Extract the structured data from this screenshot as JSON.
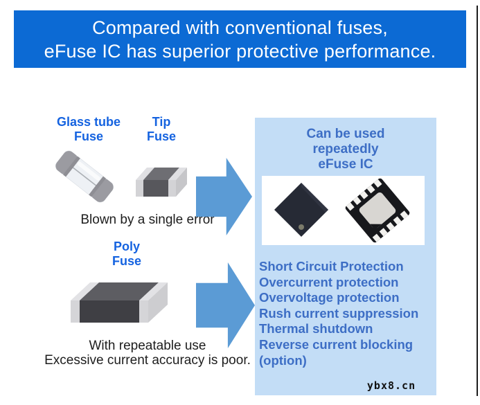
{
  "header": {
    "line1": "Compared with conventional fuses,",
    "line2": "eFuse IC has superior protective performance."
  },
  "conventional_fuses": {
    "glass_tube": {
      "label_line1": "Glass tube",
      "label_line2": "Fuse"
    },
    "tip": {
      "label_line1": "Tip",
      "label_line2": "Fuse"
    },
    "blown_caption": "Blown by a single error",
    "poly": {
      "label_line1": "Poly",
      "label_line2": "Fuse"
    },
    "poly_caption_line1": "With repeatable use",
    "poly_caption_line2": "Excessive current accuracy is poor."
  },
  "efuse": {
    "title_line1": "Can be used",
    "title_line2": "repeatedly",
    "title_line3": "eFuse IC",
    "feature_lines": [
      "Short Circuit Protection",
      "Overcurrent protection",
      "Overvoltage protection",
      "Rush current suppression",
      "Thermal shutdown",
      "Reverse current blocking",
      "(option)"
    ]
  },
  "watermark": {
    "text": "ybx8.cn"
  },
  "icons": {
    "glass_tube_fuse": "glass-tube-fuse-icon",
    "tip_fuse": "tip-fuse-icon",
    "poly_fuse": "poly-fuse-icon",
    "efuse_ic_top": "efuse-ic-top-view-icon",
    "efuse_ic_bottom": "efuse-ic-bottom-view-icon",
    "arrows": "arrow-right-icon"
  },
  "colors": {
    "header_bg": "#0c6ad4",
    "header_text": "#ffffff",
    "fuse_label_blue": "#1563e0",
    "panel_bg": "#c3ddf6",
    "panel_text_blue": "#3d6ec5",
    "arrow_blue": "#5b9bd5",
    "caption_text": "#1d1d1d"
  }
}
